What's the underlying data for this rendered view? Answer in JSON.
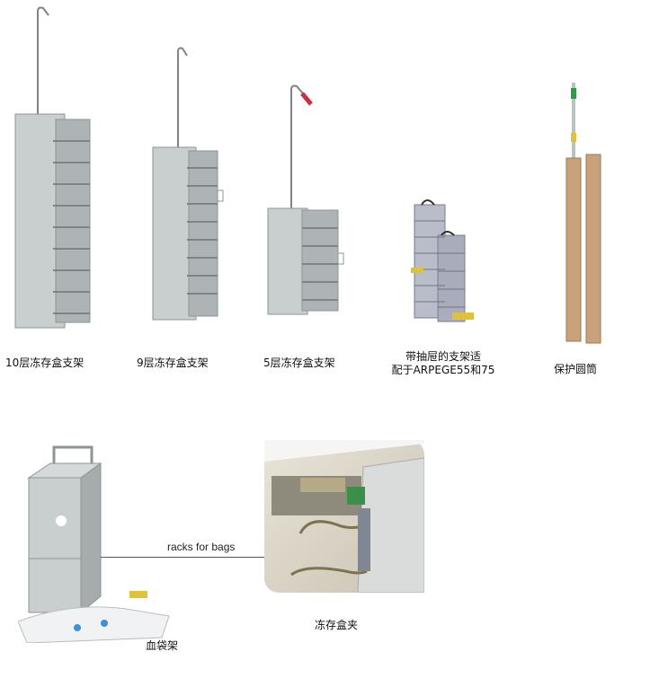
{
  "products": [
    {
      "label": "10层冻存盒支架"
    },
    {
      "label": "9层冻存盒支架"
    },
    {
      "label": "5层冻存盒支架"
    },
    {
      "label_line1": "带抽屉的支架适",
      "label_line2": "配于ARPEGE55和75"
    },
    {
      "label": "保护圆筒"
    },
    {
      "label": "血袋架"
    },
    {
      "label": "冻存盒夹"
    }
  ],
  "connector": {
    "label": "racks for bags"
  },
  "colors": {
    "steel": "#bfc4c6",
    "steel_dark": "#8e9496",
    "tube": "#c8a27a",
    "handle_red": "#c8323a"
  }
}
